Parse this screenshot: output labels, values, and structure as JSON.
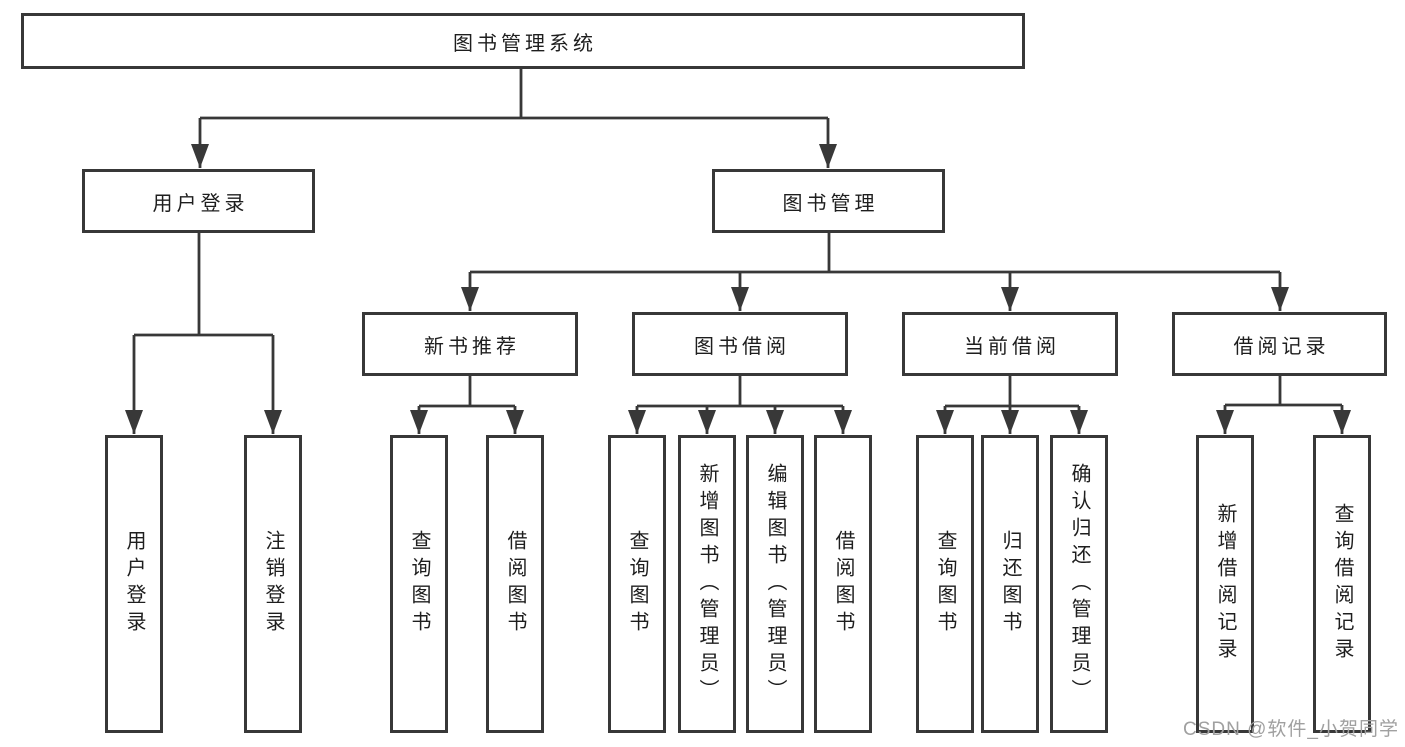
{
  "tree": {
    "label": "图书管理系统",
    "children": [
      {
        "label": "用户登录",
        "children": [
          {
            "label": "用户登录"
          },
          {
            "label": "注销登录"
          }
        ]
      },
      {
        "label": "图书管理",
        "children": [
          {
            "label": "新书推荐",
            "children": [
              {
                "label": "查询图书"
              },
              {
                "label": "借阅图书"
              }
            ]
          },
          {
            "label": "图书借阅",
            "children": [
              {
                "label": "查询图书"
              },
              {
                "label": "新增图书（管理员）"
              },
              {
                "label": "编辑图书（管理员）"
              },
              {
                "label": "借阅图书"
              }
            ]
          },
          {
            "label": "当前借阅",
            "children": [
              {
                "label": "查询图书"
              },
              {
                "label": "归还图书"
              },
              {
                "label": "确认归还（管理员）"
              }
            ]
          },
          {
            "label": "借阅记录",
            "children": [
              {
                "label": "新增借阅记录"
              },
              {
                "label": "查询借阅记录"
              }
            ]
          }
        ]
      }
    ]
  },
  "watermark": "CSDN @软件_小贺同学",
  "colors": {
    "line": "#383838",
    "box_border": "#383838",
    "text": "#1e1e1e",
    "watermark": "#a0a0a0",
    "background": "#ffffff"
  }
}
